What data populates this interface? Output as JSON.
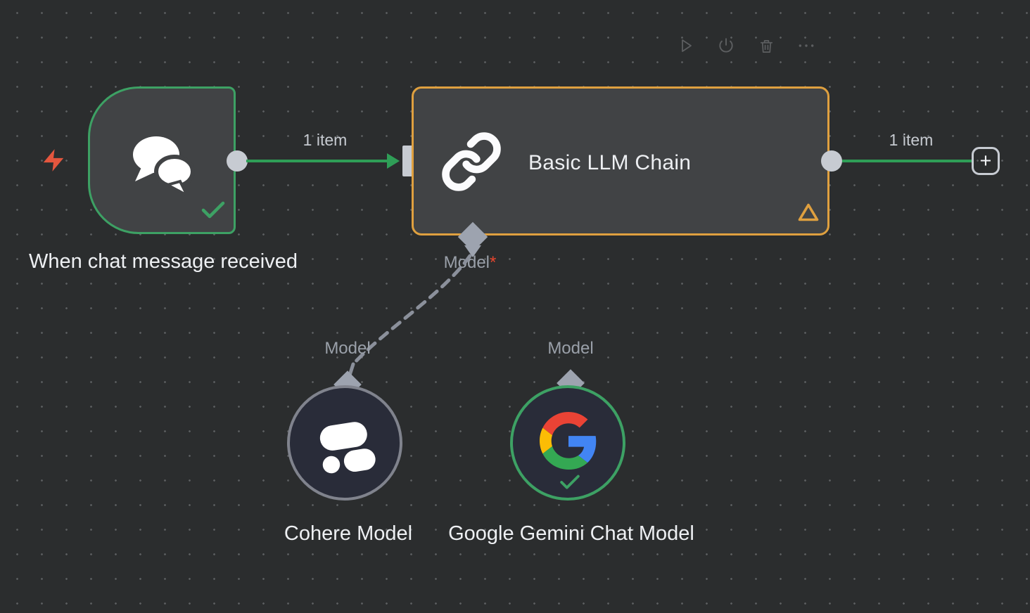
{
  "toolbar": {
    "icons": [
      {
        "name": "play-icon"
      },
      {
        "name": "power-icon"
      },
      {
        "name": "trash-icon"
      },
      {
        "name": "more-options-icon"
      }
    ]
  },
  "nodes": {
    "chat_trigger": {
      "name": "When chat message received",
      "type": "chat-trigger",
      "status": "success"
    },
    "llm_chain": {
      "name": "Basic LLM Chain",
      "status": "warning",
      "model_port": {
        "label": "Model",
        "required_marker": "*"
      }
    },
    "cohere": {
      "name": "Cohere Model",
      "port": {
        "label": "Model"
      }
    },
    "gemini": {
      "name": "Google Gemini Chat Model",
      "port": {
        "label": "Model"
      },
      "status": "success"
    }
  },
  "connections": {
    "trigger_to_llm": {
      "label": "1 item"
    },
    "llm_output": {
      "label": "1 item"
    },
    "cohere_to_llm": {
      "style": "dashed"
    }
  },
  "add_button": {
    "label": "+"
  },
  "colors": {
    "success_green": "#3da164",
    "connection_green": "#2f9e57",
    "warning_orange": "#dfa03f",
    "trigger_bolt_red": "#e4563e",
    "required_red": "#e8462e",
    "connector_gray": "#9da3af",
    "canvas_bg": "#2b2d2e"
  }
}
